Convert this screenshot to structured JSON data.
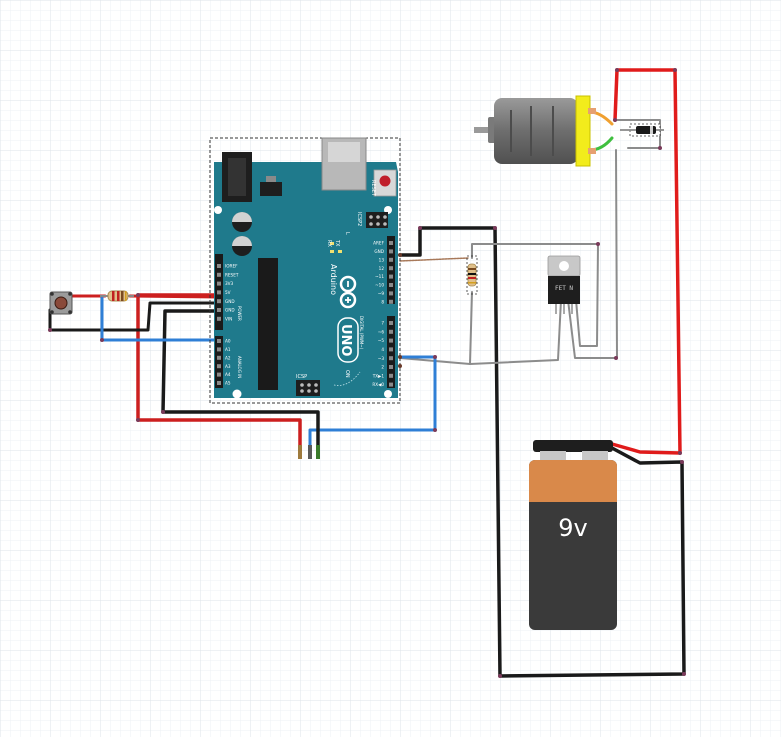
{
  "canvas": {
    "background": "#ffffff",
    "grid_minor": "#eef1f4",
    "grid_major": "#dde3e9"
  },
  "arduino": {
    "brand": "Arduino",
    "model": "UNO",
    "reset_label": "RESET",
    "icsp2_label": "ICSP2",
    "icsp_label": "ICSP",
    "l_label": "L",
    "tx_label": "TX",
    "rx_label": "RX",
    "on_label": "ON",
    "power_label": "POWER",
    "analog_label": "ANALOG IN",
    "digital_label": "DIGITAL (PWM~)",
    "power_pins": [
      "IOREF",
      "RESET",
      "3V3",
      "5V",
      "GND",
      "GND",
      "VIN"
    ],
    "analog_pins": [
      "A0",
      "A1",
      "A2",
      "A3",
      "A4",
      "A5"
    ],
    "digital_top": [
      "AREF",
      "GND",
      "13",
      "12",
      "~11",
      "~10",
      "~9",
      "8"
    ],
    "digital_bottom": [
      "7",
      "~6",
      "~5",
      "4",
      "~3",
      "2",
      "TX▶1",
      "RX◀0"
    ],
    "board_color": "#1f7a8c",
    "board_dark": "#176273"
  },
  "battery": {
    "label": "9v",
    "copper": "#d9894a",
    "body": "#3a3a3a"
  },
  "mosfet": {
    "label": "FET N"
  },
  "wires": {
    "red": "#e01b1b",
    "black": "#1a1a1a",
    "blue": "#2f7fd6",
    "gray": "#8c8c8c",
    "green": "#3fbf3f",
    "orange": "#f0a030"
  },
  "icons": [
    "push-button",
    "resistor",
    "dc-motor",
    "diode",
    "n-mosfet",
    "9v-battery",
    "arduino-uno"
  ]
}
